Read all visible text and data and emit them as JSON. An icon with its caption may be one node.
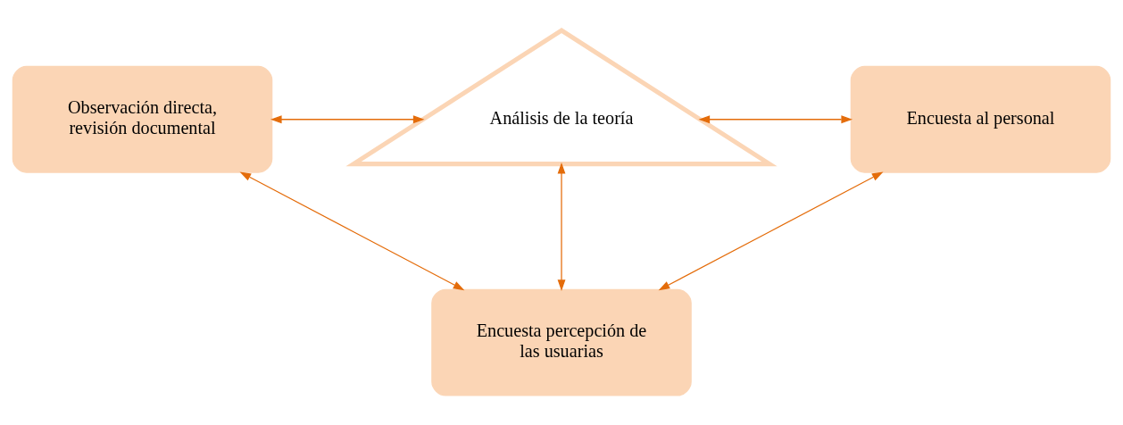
{
  "diagram": {
    "nodes": [
      {
        "text": [
          "Observación directa, revisión documental"
        ]
      },
      {
        "text": [
          "Análisis de la teoría"
        ]
      },
      {
        "text": [
          "Encuesta al personal"
        ]
      },
      {
        "text": [
          "Encuesta percepción de las usuarias"
        ]
      }
    ],
    "edges": [
      {
        "from": 0,
        "to": 1,
        "arrow": "both"
      },
      {
        "from": 1,
        "to": 2,
        "arrow": "both"
      },
      {
        "from": 0,
        "to": 3,
        "arrow": "both"
      },
      {
        "from": 1,
        "to": 3,
        "arrow": "both"
      },
      {
        "from": 2,
        "to": 3,
        "arrow": "both"
      }
    ]
  }
}
